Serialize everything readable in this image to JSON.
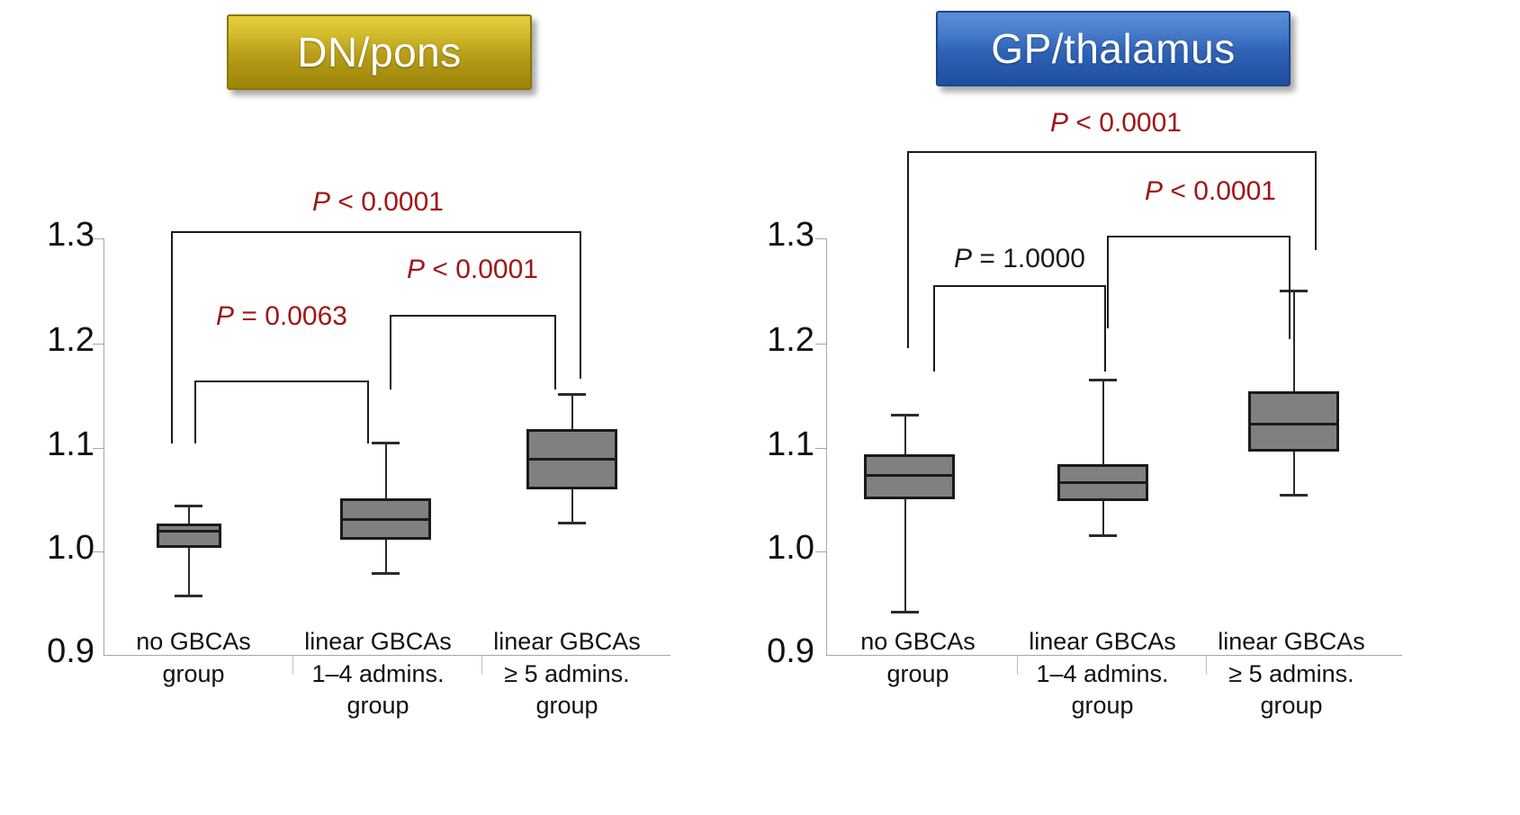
{
  "panels": [
    {
      "id": "dn-pons",
      "title": "DN/pons",
      "badge_color": "#b79d18",
      "yticks": [
        "1.3",
        "1.2",
        "1.1",
        "1.0",
        "0.9"
      ],
      "categories": [
        {
          "l1": "no GBCAs",
          "l2": "group",
          "l3": ""
        },
        {
          "l1": "linear GBCAs",
          "l2": "1–4 admins.",
          "l3": "group"
        },
        {
          "l1": "linear GBCAs",
          "l2": "≥ 5 admins.",
          "l3": "group"
        }
      ],
      "annotations": [
        {
          "text_p": "P",
          "text_rest": " < 0.0001",
          "color": "#9e1616"
        },
        {
          "text_p": "P",
          "text_rest": " < 0.0001",
          "color": "#9e1616"
        },
        {
          "text_p": "P",
          "text_rest": " = 0.0063",
          "color": "#9e1616"
        }
      ]
    },
    {
      "id": "gp-thalamus",
      "title": "GP/thalamus",
      "badge_color": "#2f62b5",
      "yticks": [
        "1.3",
        "1.2",
        "1.1",
        "1.0",
        "0.9"
      ],
      "categories": [
        {
          "l1": "no GBCAs",
          "l2": "group",
          "l3": ""
        },
        {
          "l1": "linear GBCAs",
          "l2": "1–4 admins.",
          "l3": "group"
        },
        {
          "l1": "linear GBCAs",
          "l2": "≥ 5 admins.",
          "l3": "group"
        }
      ],
      "annotations": [
        {
          "text_p": "P",
          "text_rest": " < 0.0001",
          "color": "#9e1616"
        },
        {
          "text_p": "P",
          "text_rest": " < 0.0001",
          "color": "#9e1616"
        },
        {
          "text_p": "P",
          "text_rest": " = 1.0000",
          "color": "#1a1a1a"
        }
      ]
    }
  ],
  "chart_data": [
    {
      "type": "box",
      "title": "DN/pons",
      "xlabel": "",
      "ylabel": "",
      "ylim": [
        0.9,
        1.3
      ],
      "yticks": [
        0.9,
        1.0,
        1.1,
        1.2,
        1.3
      ],
      "grid": false,
      "legend": "none",
      "categories": [
        "no GBCAs group",
        "linear GBCAs 1–4 admins. group",
        "linear GBCAs ≥ 5 admins. group"
      ],
      "boxes": [
        {
          "category": "no GBCAs group",
          "whisker_low": 0.955,
          "q1": 1.004,
          "median": 1.017,
          "q3": 1.027,
          "whisker_high": 1.045
        },
        {
          "category": "linear GBCAs 1–4 admins. group",
          "whisker_low": 0.978,
          "q1": 1.011,
          "median": 1.031,
          "q3": 1.049,
          "whisker_high": 1.112
        },
        {
          "category": "linear GBCAs ≥ 5 admins. group",
          "whisker_low": 1.025,
          "q1": 1.06,
          "median": 1.089,
          "q3": 1.118,
          "whisker_high": 1.148
        }
      ],
      "significance": [
        {
          "from": "no GBCAs group",
          "to": "linear GBCAs ≥ 5 admins. group",
          "p": "P < 0.0001"
        },
        {
          "from": "linear GBCAs 1–4 admins. group",
          "to": "linear GBCAs ≥ 5 admins. group",
          "p": "P < 0.0001"
        },
        {
          "from": "no GBCAs group",
          "to": "linear GBCAs 1–4 admins. group",
          "p": "P = 0.0063"
        }
      ]
    },
    {
      "type": "box",
      "title": "GP/thalamus",
      "xlabel": "",
      "ylabel": "",
      "ylim": [
        0.9,
        1.3
      ],
      "yticks": [
        0.9,
        1.0,
        1.1,
        1.2,
        1.3
      ],
      "grid": false,
      "legend": "none",
      "categories": [
        "no GBCAs group",
        "linear GBCAs 1–4 admins. group",
        "linear GBCAs ≥ 5 admins. group"
      ],
      "boxes": [
        {
          "category": "no GBCAs group",
          "whisker_low": 0.941,
          "q1": 1.05,
          "median": 1.074,
          "q3": 1.094,
          "whisker_high": 1.133
        },
        {
          "category": "linear GBCAs 1–4 admins. group",
          "whisker_low": 1.013,
          "q1": 1.048,
          "median": 1.066,
          "q3": 1.084,
          "whisker_high": 1.166
        },
        {
          "category": "linear GBCAs ≥ 5 admins. group",
          "whisker_low": 1.052,
          "q1": 1.098,
          "median": 1.122,
          "q3": 1.152,
          "whisker_high": 1.252
        }
      ],
      "significance": [
        {
          "from": "no GBCAs group",
          "to": "linear GBCAs ≥ 5 admins. group",
          "p": "P < 0.0001"
        },
        {
          "from": "linear GBCAs 1–4 admins. group",
          "to": "linear GBCAs ≥ 5 admins. group",
          "p": "P < 0.0001"
        },
        {
          "from": "no GBCAs group",
          "to": "linear GBCAs 1–4 admins. group",
          "p": "P = 1.0000"
        }
      ]
    }
  ]
}
